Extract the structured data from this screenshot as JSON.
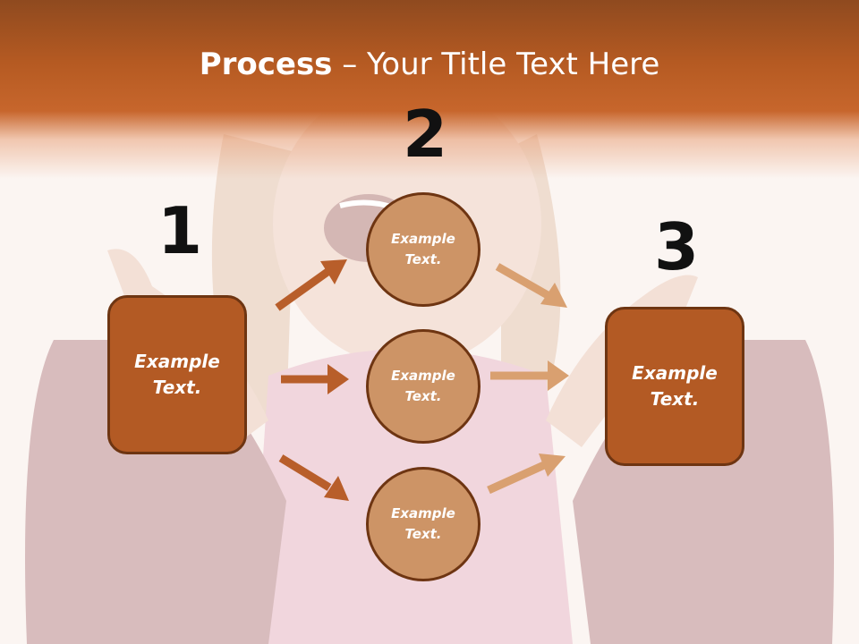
{
  "title": {
    "bold": "Process",
    "rest": " – Your Title Text Here"
  },
  "steps": [
    {
      "number": "1"
    },
    {
      "number": "2"
    },
    {
      "number": "3"
    }
  ],
  "nodes": {
    "left_box": {
      "line1": "Example",
      "line2": "Text."
    },
    "circle_top": {
      "line1": "Example",
      "line2": "Text."
    },
    "circle_middle": {
      "line1": "Example",
      "line2": "Text."
    },
    "circle_bottom": {
      "line1": "Example",
      "line2": "Text."
    },
    "right_box": {
      "line1": "Example",
      "line2": "Text."
    }
  },
  "colors": {
    "header": "#b55a22",
    "box_fill": "#b35a24",
    "circle_fill": "#cd9466",
    "outline": "#6e3512",
    "arrow_dark": "#b85e2a",
    "arrow_light": "#d9a070"
  }
}
